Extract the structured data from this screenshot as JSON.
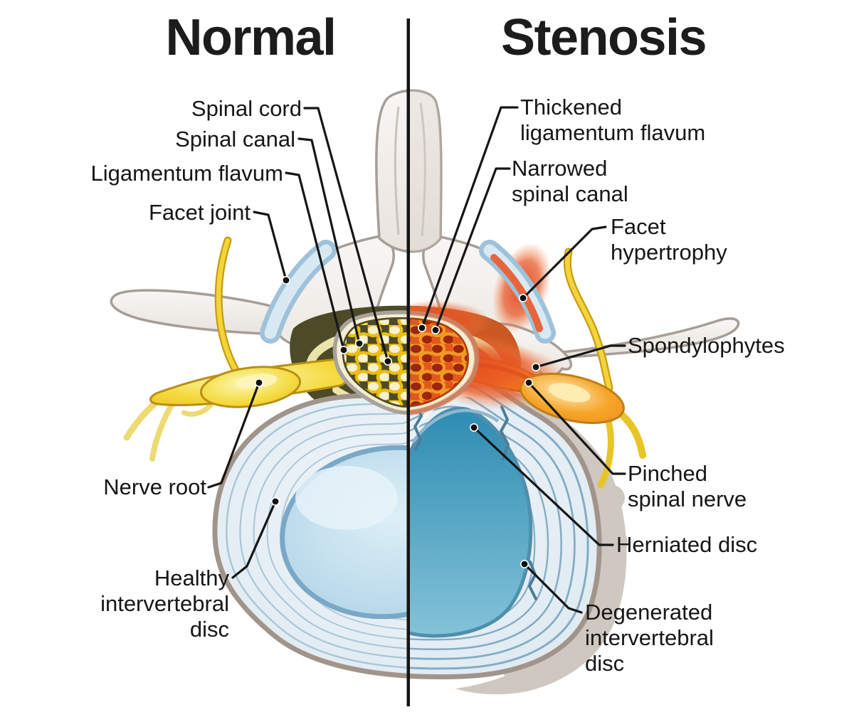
{
  "titles": {
    "normal": "Normal",
    "stenosis": "Stenosis"
  },
  "labels": {
    "spinal_cord": {
      "text": "Spinal cord"
    },
    "spinal_canal": {
      "text": "Spinal canal"
    },
    "ligamentum_flavum": {
      "text": "Ligamentum flavum"
    },
    "facet_joint": {
      "text": "Facet joint"
    },
    "nerve_root": {
      "text": "Nerve root"
    },
    "healthy_disc": {
      "line1": "Healthy",
      "line2": "intervertebral",
      "line3": "disc"
    },
    "thickened_ligamentum_flavum": {
      "line1": "Thickened",
      "line2": "ligamentum flavum"
    },
    "narrowed_spinal_canal": {
      "line1": "Narrowed",
      "line2": "spinal canal"
    },
    "facet_hypertrophy": {
      "line1": "Facet",
      "line2": "hypertrophy"
    },
    "spondylophytes": {
      "text": "Spondylophytes"
    },
    "pinched_spinal_nerve": {
      "line1": "Pinched",
      "line2": "spinal nerve"
    },
    "herniated_disc": {
      "text": "Herniated disc"
    },
    "degenerated_disc": {
      "line1": "Degenerated",
      "line2": "intervertebral",
      "line3": "disc"
    }
  },
  "colors": {
    "background": "#ffffff",
    "text": "#161616",
    "divider": "#141414",
    "bone": "#f2efec",
    "bone_outline": "#a69e96",
    "epidural_space": "#4d4a28",
    "ligamentum_flavum_band": "#ebe3ae",
    "cord_sheath": "#f3edd2",
    "fascicle_yellow": "#e9be12",
    "nerve_yellow": "#f2cf2a",
    "inflamed_orange": "#f06a18",
    "inflamed_red": "#e64a22",
    "facet_blue": "#9fc2da",
    "disc_pale_blue": "#dfeaf2",
    "disc_ring_line": "#a3c2d5",
    "nucleus_blue": "#a9cfe5",
    "herniated_teal": "#2d8cb2",
    "degenerated_gray": "#cfc8c1"
  }
}
